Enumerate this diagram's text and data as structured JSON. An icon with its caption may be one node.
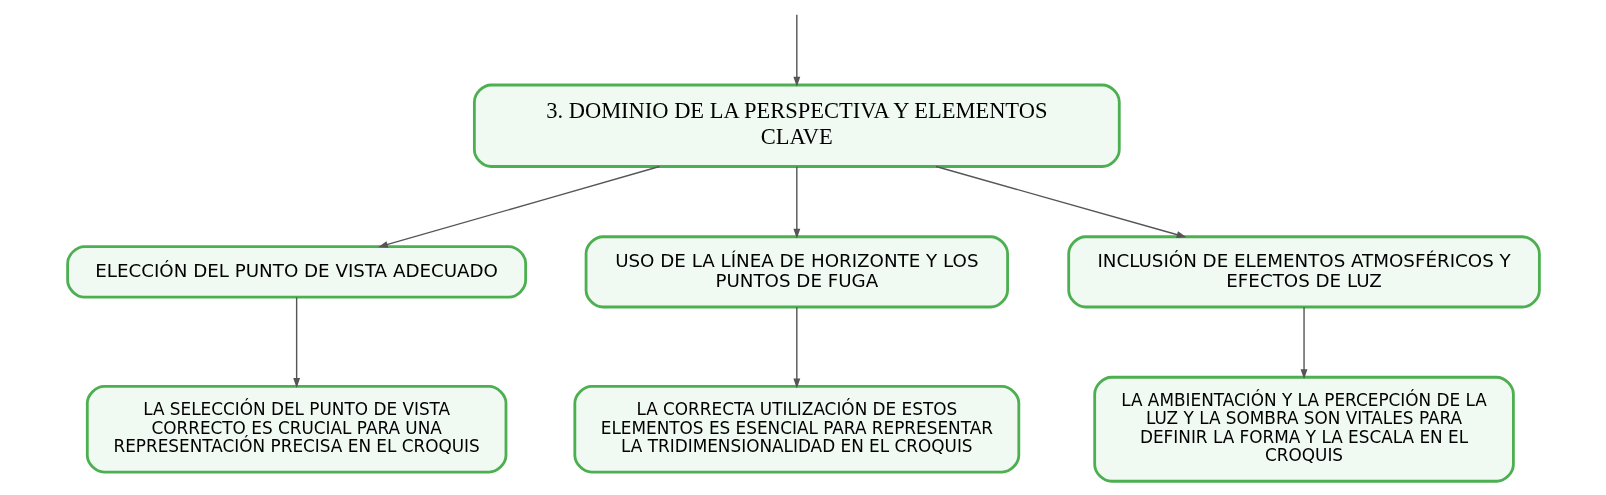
{
  "diagram": {
    "nodes": [
      {
        "text": [
          "3. DOMINIO DE LA PERSPECTIVA Y ELEMENTOS CLAVE"
        ]
      },
      {
        "text": [
          "ELECCIÓN DEL PUNTO DE VISTA ADECUADO"
        ]
      },
      {
        "text": [
          "USO DE LA LÍNEA DE HORIZONTE Y LOS PUNTOS DE FUGA"
        ]
      },
      {
        "text": [
          "INCLUSIÓN DE ELEMENTOS ATMOSFÉRICOS Y EFECTOS DE LUZ"
        ]
      },
      {
        "text": [
          "LA SELECCIÓN DEL PUNTO DE VISTA CORRECTO ES CRUCIAL PARA UNA REPRESENTACIÓN PRECISA EN EL CROQUIS"
        ]
      },
      {
        "text": [
          "LA CORRECTA UTILIZACIÓN DE ESTOS ELEMENTOS ES ESENCIAL PARA REPRESENTAR LA TRIDIMENSIONALIDAD EN EL CROQUIS"
        ]
      },
      {
        "text": [
          "LA AMBIENTACIÓN Y LA PERCEPCIÓN DE LA LUZ Y LA SOMBRA SON VITALES PARA DEFINIR LA FORMA Y LA ESCALA EN EL CROQUIS"
        ]
      }
    ],
    "edges": [
      {
        "from": null,
        "to": 0,
        "arrow": "to"
      },
      {
        "from": 0,
        "to": 1,
        "arrow": "to"
      },
      {
        "from": 0,
        "to": 2,
        "arrow": "to"
      },
      {
        "from": 0,
        "to": 3,
        "arrow": "to"
      },
      {
        "from": 1,
        "to": 4,
        "arrow": "to"
      },
      {
        "from": 2,
        "to": 5,
        "arrow": "to"
      },
      {
        "from": 3,
        "to": 6,
        "arrow": "to"
      }
    ]
  }
}
